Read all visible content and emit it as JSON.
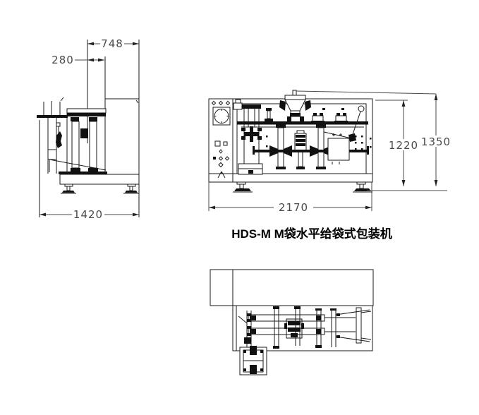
{
  "drawing": {
    "title": "HDS-M M袋水平给袋式包装机",
    "dimensions": {
      "d748": "748",
      "d280": "280",
      "d1420": "1420",
      "d2170": "2170",
      "d1220": "1220",
      "d1350": "1350"
    }
  }
}
